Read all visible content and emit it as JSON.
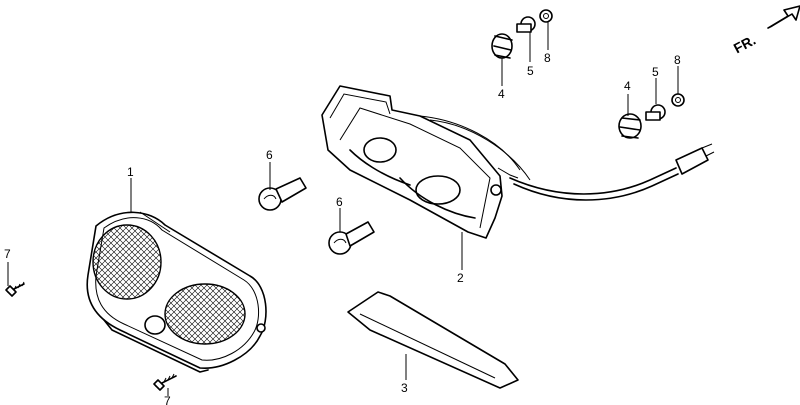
{
  "direction_label": "FR.",
  "callouts": {
    "c1": "1",
    "c2": "2",
    "c3": "3",
    "c4a": "4",
    "c4b": "4",
    "c5a": "5",
    "c5b": "5",
    "c6a": "6",
    "c6b": "6",
    "c7a": "7",
    "c7b": "7",
    "c8a": "8",
    "c8b": "8"
  }
}
